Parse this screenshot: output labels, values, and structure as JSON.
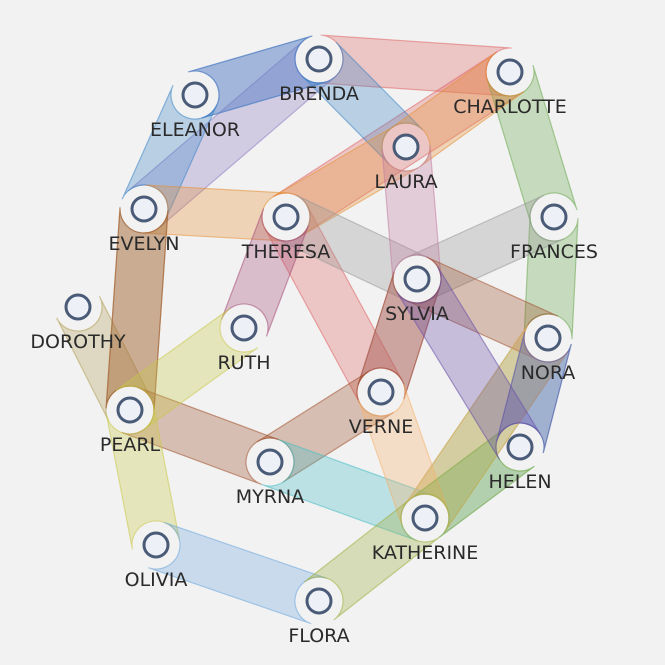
{
  "nodes": [
    {
      "id": "brenda",
      "label": "BRENDA"
    },
    {
      "id": "charlotte",
      "label": "CHARLOTTE"
    },
    {
      "id": "eleanor",
      "label": "ELEANOR"
    },
    {
      "id": "laura",
      "label": "LAURA"
    },
    {
      "id": "evelyn",
      "label": "EVELYN"
    },
    {
      "id": "theresa",
      "label": "THERESA"
    },
    {
      "id": "frances",
      "label": "FRANCES"
    },
    {
      "id": "sylvia",
      "label": "SYLVIA"
    },
    {
      "id": "dorothy",
      "label": "DOROTHY"
    },
    {
      "id": "ruth",
      "label": "RUTH"
    },
    {
      "id": "nora",
      "label": "NORA"
    },
    {
      "id": "verne",
      "label": "VERNE"
    },
    {
      "id": "pearl",
      "label": "PEARL"
    },
    {
      "id": "myrna",
      "label": "MYRNA"
    },
    {
      "id": "helen",
      "label": "HELEN"
    },
    {
      "id": "katherine",
      "label": "KATHERINE"
    },
    {
      "id": "olivia",
      "label": "OLIVIA"
    },
    {
      "id": "flora",
      "label": "FLORA"
    }
  ],
  "hyperedges": [
    {
      "color": "#e06666",
      "members": [
        "brenda",
        "charlotte",
        "theresa",
        "verne"
      ]
    },
    {
      "color": "#6aa84f",
      "members": [
        "charlotte",
        "frances",
        "nora",
        "katherine"
      ]
    },
    {
      "color": "#8e7cc3",
      "members": [
        "eleanor",
        "brenda",
        "evelyn"
      ]
    },
    {
      "color": "#3d85c6",
      "members": [
        "evelyn",
        "eleanor",
        "brenda",
        "laura"
      ]
    },
    {
      "color": "#e69138",
      "members": [
        "evelyn",
        "theresa",
        "laura",
        "charlotte"
      ]
    },
    {
      "color": "#999999",
      "members": [
        "theresa",
        "sylvia",
        "frances"
      ]
    },
    {
      "color": "#c27ba0",
      "members": [
        "laura",
        "sylvia",
        "verne"
      ]
    },
    {
      "color": "#a64d79",
      "members": [
        "theresa",
        "ruth"
      ]
    },
    {
      "color": "#b5a05a",
      "members": [
        "dorothy",
        "pearl",
        "evelyn"
      ]
    },
    {
      "color": "#a0522d",
      "members": [
        "evelyn",
        "pearl",
        "myrna",
        "verne",
        "sylvia",
        "nora"
      ]
    },
    {
      "color": "#c9c94a",
      "members": [
        "ruth",
        "pearl",
        "olivia"
      ]
    },
    {
      "color": "#46bdc6",
      "members": [
        "nora",
        "helen",
        "katherine",
        "myrna"
      ]
    },
    {
      "color": "#f6b26b",
      "members": [
        "verne",
        "katherine",
        "nora"
      ]
    },
    {
      "color": "#6fa8dc",
      "members": [
        "olivia",
        "flora"
      ]
    },
    {
      "color": "#9fae3d",
      "members": [
        "flora",
        "katherine",
        "helen"
      ]
    },
    {
      "color": "#674ea7",
      "members": [
        "nora",
        "helen",
        "sylvia"
      ]
    }
  ]
}
